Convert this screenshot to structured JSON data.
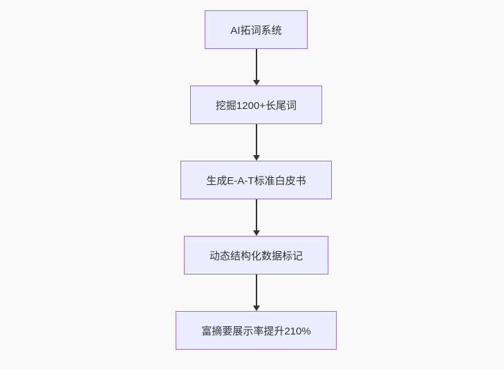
{
  "flowchart": {
    "type": "vertical-flow",
    "nodes": [
      {
        "id": "node-1",
        "label": "AI拓词系统"
      },
      {
        "id": "node-2",
        "label": "挖掘1200+长尾词"
      },
      {
        "id": "node-3",
        "label": "生成E-A-T标准白皮书"
      },
      {
        "id": "node-4",
        "label": "动态结构化数据标记"
      },
      {
        "id": "node-5",
        "label": "富摘要展示率提升210%"
      }
    ],
    "edges": [
      {
        "from": "node-1",
        "to": "node-2",
        "style": "arrow-down"
      },
      {
        "from": "node-2",
        "to": "node-3",
        "style": "arrow-down"
      },
      {
        "from": "node-3",
        "to": "node-4",
        "style": "arrow-down"
      },
      {
        "from": "node-4",
        "to": "node-5",
        "style": "arrow-down"
      }
    ],
    "colors": {
      "node_fill": "#ECECFF",
      "node_border": "#9370DB",
      "arrow": "#333333",
      "text": "#333333",
      "background": "#f9f9f9"
    }
  }
}
